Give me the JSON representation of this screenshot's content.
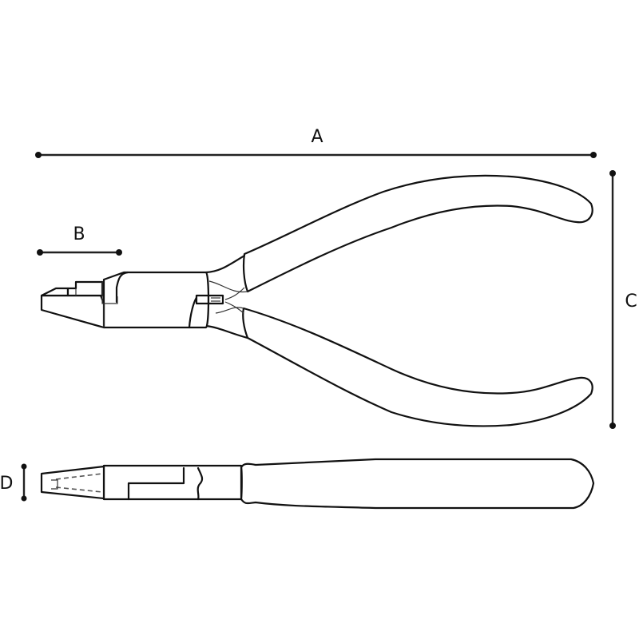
{
  "diagram": {
    "title": "Pliers technical dimension drawing",
    "views": [
      "top-view",
      "side-view"
    ],
    "dimensions": {
      "A": {
        "label": "A",
        "meaning": "overall length"
      },
      "B": {
        "label": "B",
        "meaning": "jaw length"
      },
      "C": {
        "label": "C",
        "meaning": "handle spread"
      },
      "D": {
        "label": "D",
        "meaning": "tip thickness"
      }
    },
    "colors": {
      "line": "#111111",
      "background": "#ffffff"
    }
  }
}
